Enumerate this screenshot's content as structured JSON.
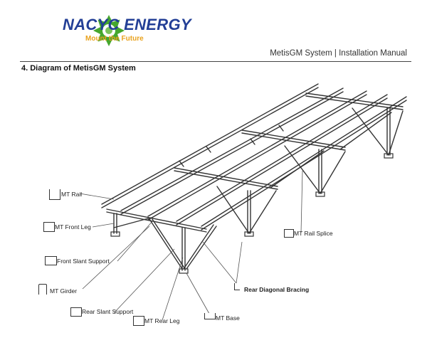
{
  "header": {
    "brand": "NACYC ENERGY",
    "tagline": "Mount the Future",
    "doc_title": "MetisGM System  |  Installation Manual",
    "brand_color": "#233f96",
    "logo_color": "#46a72d",
    "accent_color": "#e9a21d"
  },
  "section_title": "4. Diagram of MetisGM System",
  "labels": {
    "rail": "MT Rail",
    "front_leg": "MT Front Leg",
    "front_slant": "Front Slant Support",
    "girder": "MT Girder",
    "rear_slant": "Rear Slant Support",
    "rear_leg": "MT Rear Leg",
    "base": "MT Base",
    "rear_diag": "Rear Diagonal Bracing",
    "rail_splice": "MT Rail Splice"
  }
}
